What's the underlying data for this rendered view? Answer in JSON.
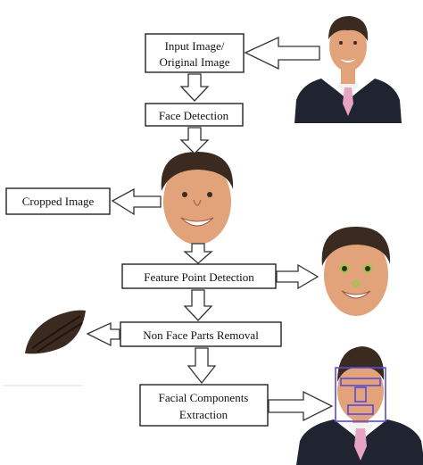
{
  "colors": {
    "box_stroke": "#222222",
    "arrow_stroke": "#333333",
    "skin": "#e2a27a",
    "skin_shadow": "#c98462",
    "hair": "#3b2a1f",
    "suit": "#1f2430",
    "shirt": "#f2f2f2",
    "tie": "#e6a4c2",
    "teeth": "#ffffff",
    "landmark": "#7cdb3a",
    "component_box": "#5a4bd6"
  },
  "boxes": {
    "input": {
      "line1": "Input Image/",
      "line2": "Original Image"
    },
    "face_detection": {
      "label": "Face Detection"
    },
    "cropped": {
      "label": "Cropped Image"
    },
    "feature_point": {
      "label": "Feature Point Detection"
    },
    "non_face": {
      "label": "Non Face Parts Removal"
    },
    "facial_components": {
      "line1": "Facial Components",
      "line2": "Extraction"
    }
  },
  "images": {
    "original": "portrait-photo",
    "cropped_face": "cropped-face-photo",
    "landmarks_face": "face-landmarks-photo",
    "hair_patch": "removed-hair-patch",
    "components_photo": "components-extraction-photo"
  }
}
